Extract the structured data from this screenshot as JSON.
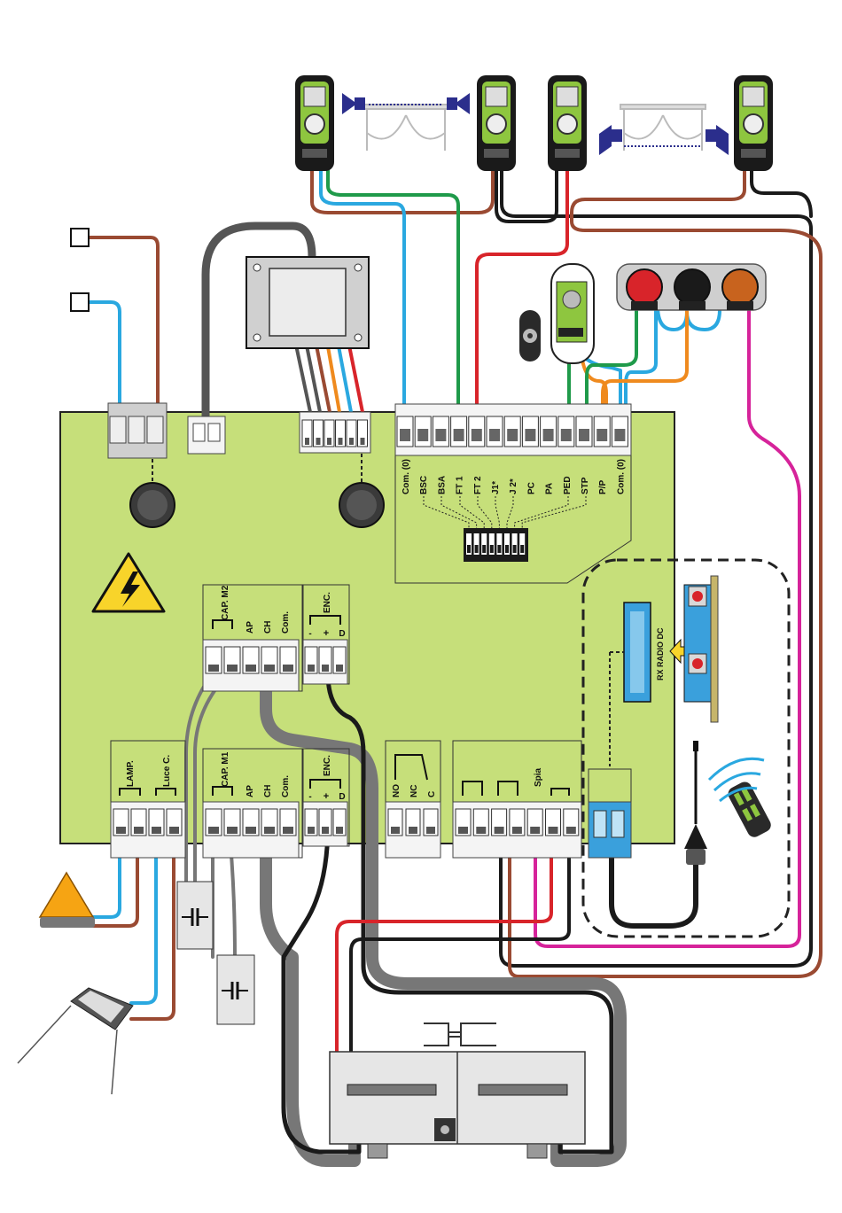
{
  "colors": {
    "board": "#c6df7a",
    "board_border": "#222222",
    "terminal_white": "#f4f4f4",
    "wire_brown": "#9a4a32",
    "wire_blue": "#2aa8e0",
    "wire_green": "#1f9a4a",
    "wire_red": "#d8242a",
    "wire_black": "#1a1a1a",
    "wire_grey": "#6a6a6a",
    "wire_orange": "#ef8a1e",
    "wire_magenta": "#d6239a",
    "arrow_navy": "#2b2e8c",
    "photocell_green": "#8ec63f",
    "rx_blue": "#3aa0dc",
    "warning_yellow": "#f8d42a",
    "lamp_amber": "#f6a413"
  },
  "icons": {
    "warning": "high-voltage-warning-icon",
    "lamp": "flashing-lamp-icon",
    "spotlight": "courtesy-light-icon",
    "capacitor": "capacitor-icon",
    "remote": "remote-control-icon",
    "antenna": "antenna-icon",
    "key_switch": "key-selector-icon",
    "buttons": "push-button-panel-icon"
  },
  "input_terminals": [
    "Com. (0)",
    "BSC",
    "BSA",
    "FT 1",
    "FT 2",
    "J1*",
    "J 2*",
    "PC",
    "PA",
    "PED",
    "STP",
    "P/P",
    "Com. (0)"
  ],
  "motor2_terminals": {
    "group": "CAP. M2",
    "labels": [
      "AP",
      "CH",
      "Com."
    ]
  },
  "motor1_terminals": {
    "group": "CAP. M1",
    "labels": [
      "AP",
      "CH",
      "Com."
    ]
  },
  "encoder_top": {
    "label": "ENC.",
    "pins": [
      "-",
      "+",
      "D"
    ]
  },
  "encoder_bottom": {
    "label": "ENC.",
    "pins": [
      "-",
      "+",
      "D"
    ]
  },
  "lamp_terminals": [
    "LAMP.",
    "Luce C."
  ],
  "relay_terminals": [
    "NO",
    "NC",
    "C"
  ],
  "spia_label": "Spia",
  "radio_label": "RX RADIO DC"
}
